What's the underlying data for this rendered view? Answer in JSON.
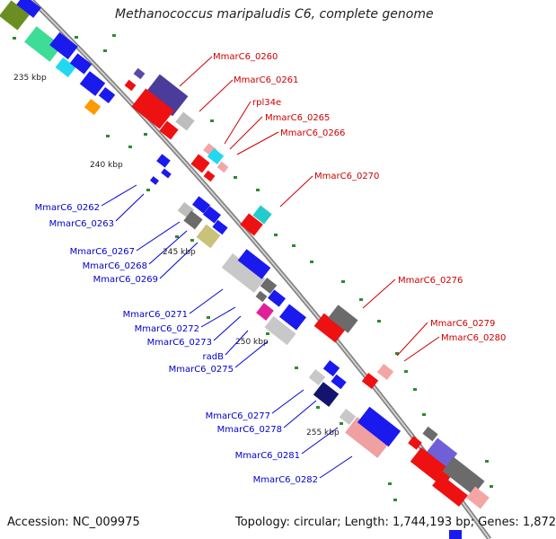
{
  "title": "Methanococcus maripaludis C6, complete genome",
  "accession": "Accession: NC_009975",
  "summary": "Topology: circular; Length: 1,744,193 bp; Genes: 1,872",
  "colors": {
    "backbone": "#8c8c8c",
    "forward_label": "#cc0000",
    "reverse_label": "#0000cc",
    "tick_mark": "#2e8b2e"
  },
  "ticks": [
    {
      "label": "235 kbp"
    },
    {
      "label": "240 kbp"
    },
    {
      "label": "245 kbp"
    },
    {
      "label": "250 kbp"
    },
    {
      "label": "255 kbp"
    }
  ],
  "gene_labels_forward": [
    "MmarC6_0260",
    "MmarC6_0261",
    "rpl34e",
    "MmarC6_0265",
    "MmarC6_0266",
    "MmarC6_0270",
    "MmarC6_0276",
    "MmarC6_0279",
    "MmarC6_0280"
  ],
  "gene_labels_reverse": [
    "MmarC6_0262",
    "MmarC6_0263",
    "MmarC6_0267",
    "MmarC6_0268",
    "MmarC6_0269",
    "MmarC6_0271",
    "MmarC6_0272",
    "MmarC6_0273",
    "radB",
    "MmarC6_0275",
    "MmarC6_0277",
    "MmarC6_0278",
    "MmarC6_0281",
    "MmarC6_0282"
  ]
}
